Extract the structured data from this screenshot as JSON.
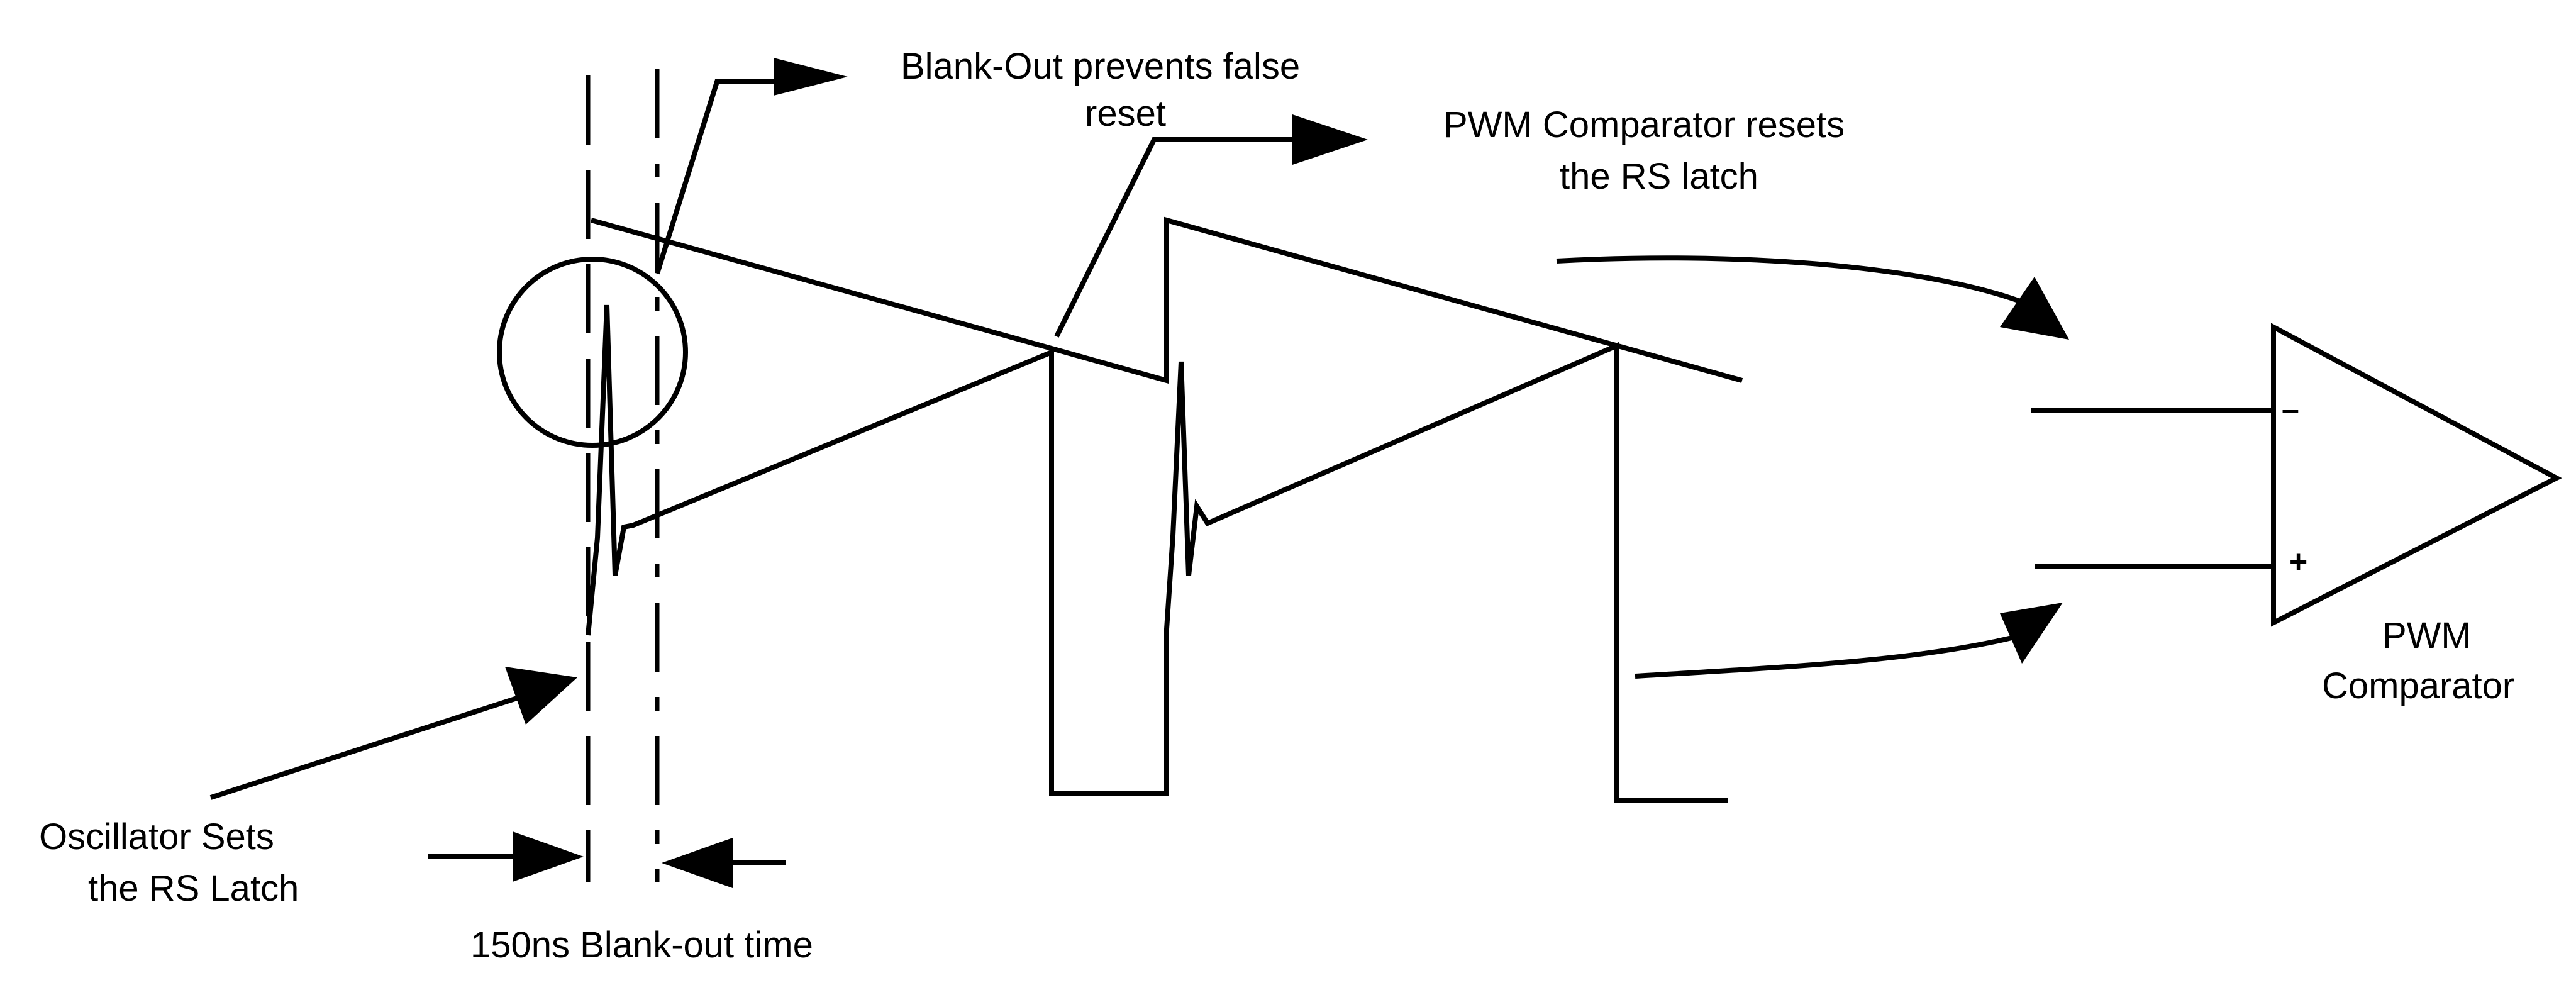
{
  "labels": {
    "blank_out_line1": "Blank-Out prevents false",
    "blank_out_line2": "reset",
    "pwm_resets_line1": "PWM Comparator resets",
    "pwm_resets_line2": "the RS latch",
    "osc_line1": "Oscillator Sets",
    "osc_line2": "the RS Latch",
    "blank_time": "150ns Blank-out time",
    "comparator_line1": "PWM",
    "comparator_line2": "Comparator",
    "minus_sign": "–",
    "plus_sign": "+"
  }
}
